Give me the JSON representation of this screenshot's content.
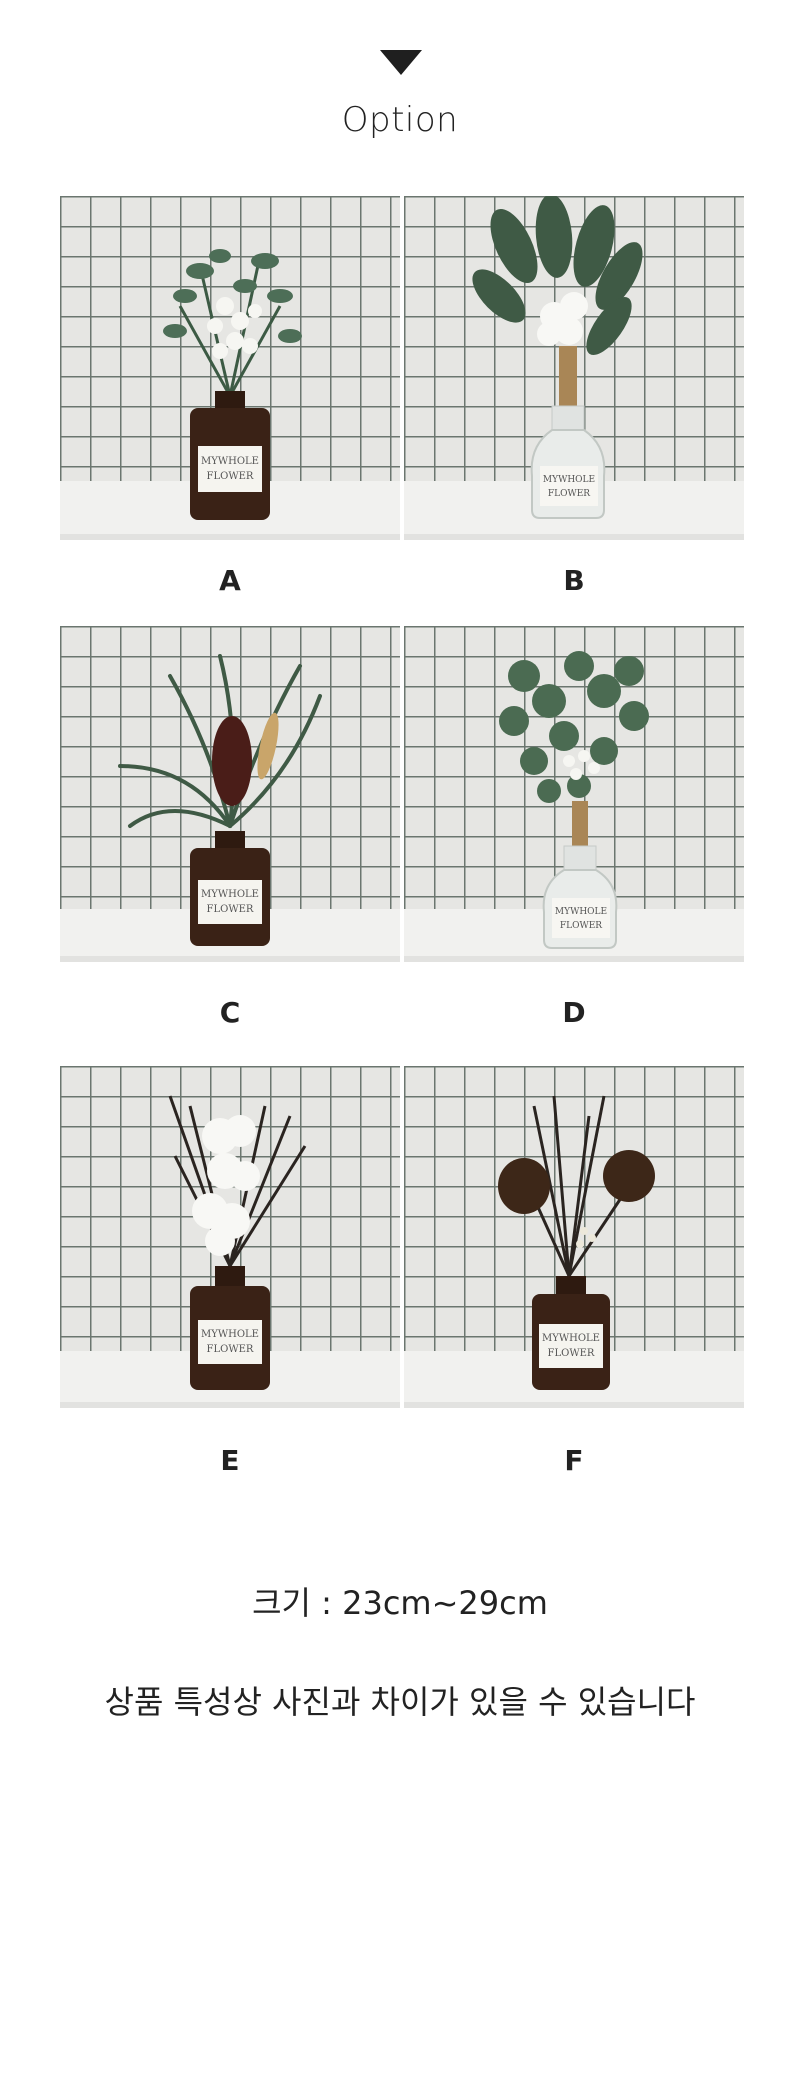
{
  "header": {
    "title": "Option"
  },
  "options": [
    {
      "label": "A",
      "vase": "amber",
      "bouquet": "eucalyptus-white-flowers"
    },
    {
      "label": "B",
      "vase": "clear",
      "bouquet": "cotton-leaves"
    },
    {
      "label": "C",
      "vase": "amber",
      "bouquet": "grass-red-leaf"
    },
    {
      "label": "D",
      "vase": "clear",
      "bouquet": "eucalyptus-berries"
    },
    {
      "label": "E",
      "vase": "amber",
      "bouquet": "cotton-twigs"
    },
    {
      "label": "F",
      "vase": "amber",
      "bouquet": "pinecone-twigs"
    }
  ],
  "vase_label_text": {
    "line1": "MYWHOLE",
    "line2": "FLOWER"
  },
  "info": {
    "size": "크기 : 23cm~29cm",
    "note": "상품 특성상 사진과 차이가 있을 수 있습니다"
  },
  "colors": {
    "grid_line": "#5f6b64",
    "tile_bg": "#e4e4e1",
    "amber_vase": "#3a2216",
    "text": "#222222"
  }
}
